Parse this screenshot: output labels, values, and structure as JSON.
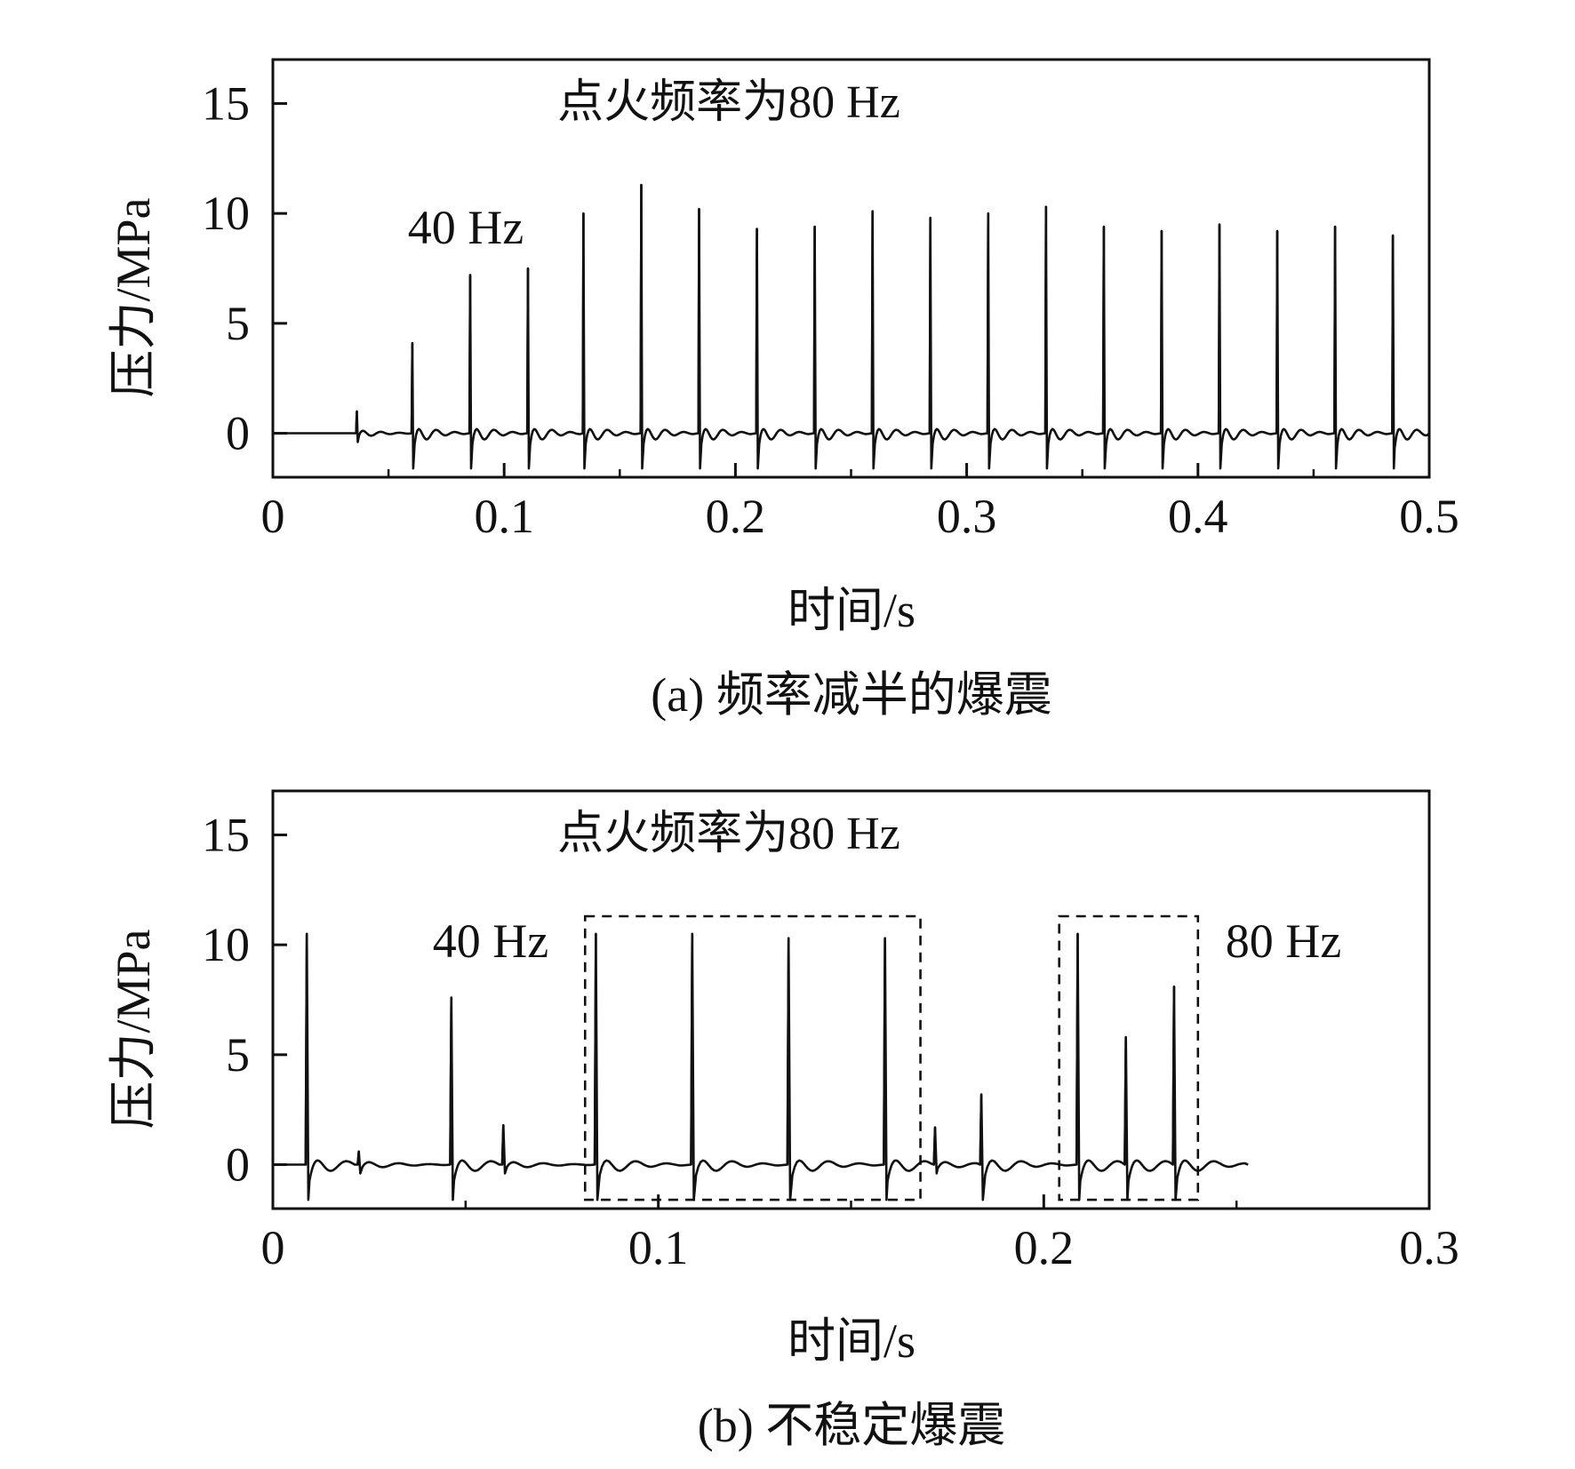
{
  "chart_data": [
    {
      "type": "line",
      "title": "点火频率为80 Hz",
      "xlabel": "时间/s",
      "ylabel": "压力/MPa",
      "caption": "(a) 频率减半的爆震",
      "annotations": [
        "40 Hz"
      ],
      "xlim": [
        0,
        0.5
      ],
      "ylim": [
        -2,
        17
      ],
      "xticks": [
        0,
        0.1,
        0.2,
        0.3,
        0.4,
        0.5
      ],
      "xtick_labels": [
        "0",
        "0.1",
        "0.2",
        "0.3",
        "0.4",
        "0.5"
      ],
      "yticks": [
        0,
        5,
        10,
        15
      ],
      "ytick_labels": [
        "0",
        "5",
        "10",
        "15"
      ],
      "grid": false,
      "series": [
        {
          "spikes": [
            {
              "t": 0.036,
              "peak": 1.0
            },
            {
              "t": 0.06,
              "peak": 4.1
            },
            {
              "t": 0.085,
              "peak": 7.2
            },
            {
              "t": 0.11,
              "peak": 7.5
            },
            {
              "t": 0.134,
              "peak": 10.0
            },
            {
              "t": 0.159,
              "peak": 11.3
            },
            {
              "t": 0.184,
              "peak": 10.2
            },
            {
              "t": 0.209,
              "peak": 9.3
            },
            {
              "t": 0.234,
              "peak": 9.4
            },
            {
              "t": 0.259,
              "peak": 10.1
            },
            {
              "t": 0.284,
              "peak": 9.8
            },
            {
              "t": 0.309,
              "peak": 10.0
            },
            {
              "t": 0.334,
              "peak": 10.3
            },
            {
              "t": 0.359,
              "peak": 9.4
            },
            {
              "t": 0.384,
              "peak": 9.2
            },
            {
              "t": 0.409,
              "peak": 9.5
            },
            {
              "t": 0.434,
              "peak": 9.2
            },
            {
              "t": 0.459,
              "peak": 9.4
            },
            {
              "t": 0.484,
              "peak": 9.0
            }
          ],
          "t_end": 0.5
        }
      ]
    },
    {
      "type": "line",
      "title": "点火频率为80 Hz",
      "xlabel": "时间/s",
      "ylabel": "压力/MPa",
      "caption": "(b) 不稳定爆震",
      "annotations": [
        "40 Hz",
        "80 Hz"
      ],
      "highlight_boxes": [
        {
          "x": [
            0.081,
            0.168
          ],
          "y": [
            -1.6,
            11.3
          ]
        },
        {
          "x": [
            0.204,
            0.24
          ],
          "y": [
            -1.6,
            11.3
          ]
        }
      ],
      "xlim": [
        0,
        0.3
      ],
      "ylim": [
        -2,
        17
      ],
      "xticks": [
        0,
        0.1,
        0.2,
        0.3
      ],
      "xtick_labels": [
        "0",
        "0.1",
        "0.2",
        "0.3"
      ],
      "yticks": [
        0,
        5,
        10,
        15
      ],
      "ytick_labels": [
        "0",
        "5",
        "10",
        "15"
      ],
      "grid": false,
      "series": [
        {
          "spikes": [
            {
              "t": 0.0085,
              "peak": 10.5
            },
            {
              "t": 0.022,
              "peak": 0.6
            },
            {
              "t": 0.046,
              "peak": 7.6
            },
            {
              "t": 0.0595,
              "peak": 1.8
            },
            {
              "t": 0.0835,
              "peak": 10.5
            },
            {
              "t": 0.1085,
              "peak": 10.5
            },
            {
              "t": 0.1335,
              "peak": 10.3
            },
            {
              "t": 0.1585,
              "peak": 10.3
            },
            {
              "t": 0.1715,
              "peak": 1.7
            },
            {
              "t": 0.1835,
              "peak": 3.2
            },
            {
              "t": 0.2085,
              "peak": 10.5
            },
            {
              "t": 0.221,
              "peak": 5.8
            },
            {
              "t": 0.2335,
              "peak": 8.1
            }
          ],
          "t_end": 0.253
        }
      ]
    }
  ]
}
